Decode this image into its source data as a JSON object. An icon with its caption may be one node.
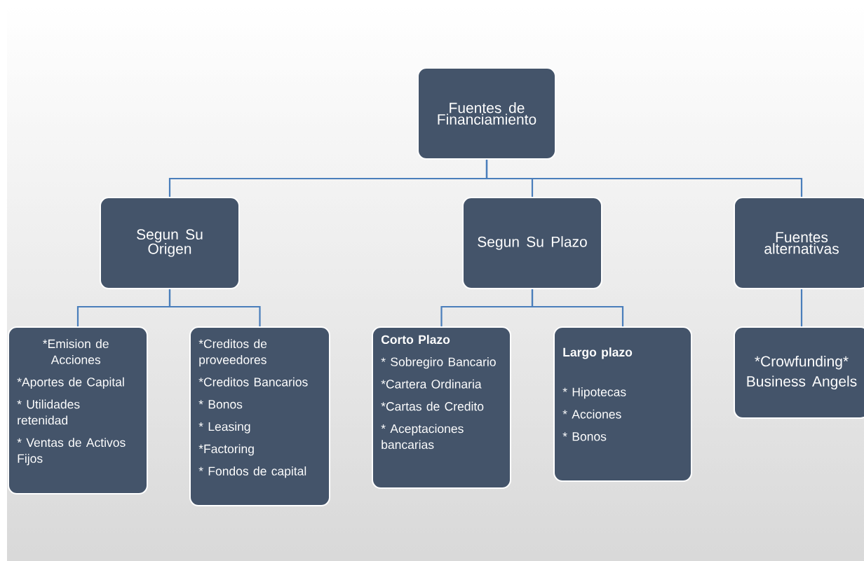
{
  "diagram": {
    "nodes": [
      {
        "text": [
          "Fuentes de Financiamiento"
        ]
      },
      {
        "text": [
          "Segun Su Origen"
        ]
      },
      {
        "text": [
          "Segun Su Plazo"
        ]
      },
      {
        "text": [
          "Fuentes alternativas"
        ]
      },
      {
        "text": [
          "*Emision de Acciones",
          "*Aportes de Capital",
          "* Utilidades retenidad",
          "* Ventas de Activos Fijos"
        ]
      },
      {
        "text": [
          "*Creditos de proveedores",
          "*Creditos Bancarios",
          "* Bonos",
          "* Leasing",
          "*Factoring",
          "* Fondos de capital"
        ]
      },
      {
        "text": [
          "Corto Plazo",
          "* Sobregiro Bancario",
          "*Cartera Ordinaria",
          "*Cartas de Credito",
          "* Aceptaciones bancarias"
        ]
      },
      {
        "text": [
          "Largo plazo",
          "* Hipotecas",
          "* Acciones",
          "* Bonos"
        ]
      },
      {
        "text": [
          "*Crowfunding*",
          "Business Angels"
        ]
      }
    ],
    "edges": [
      {
        "from": 0,
        "to": 1,
        "arrow": "none"
      },
      {
        "from": 0,
        "to": 2,
        "arrow": "none"
      },
      {
        "from": 0,
        "to": 3,
        "arrow": "none"
      },
      {
        "from": 1,
        "to": 4,
        "arrow": "none"
      },
      {
        "from": 1,
        "to": 5,
        "arrow": "none"
      },
      {
        "from": 2,
        "to": 6,
        "arrow": "none"
      },
      {
        "from": 2,
        "to": 7,
        "arrow": "none"
      },
      {
        "from": 3,
        "to": 8,
        "arrow": "none"
      }
    ]
  }
}
